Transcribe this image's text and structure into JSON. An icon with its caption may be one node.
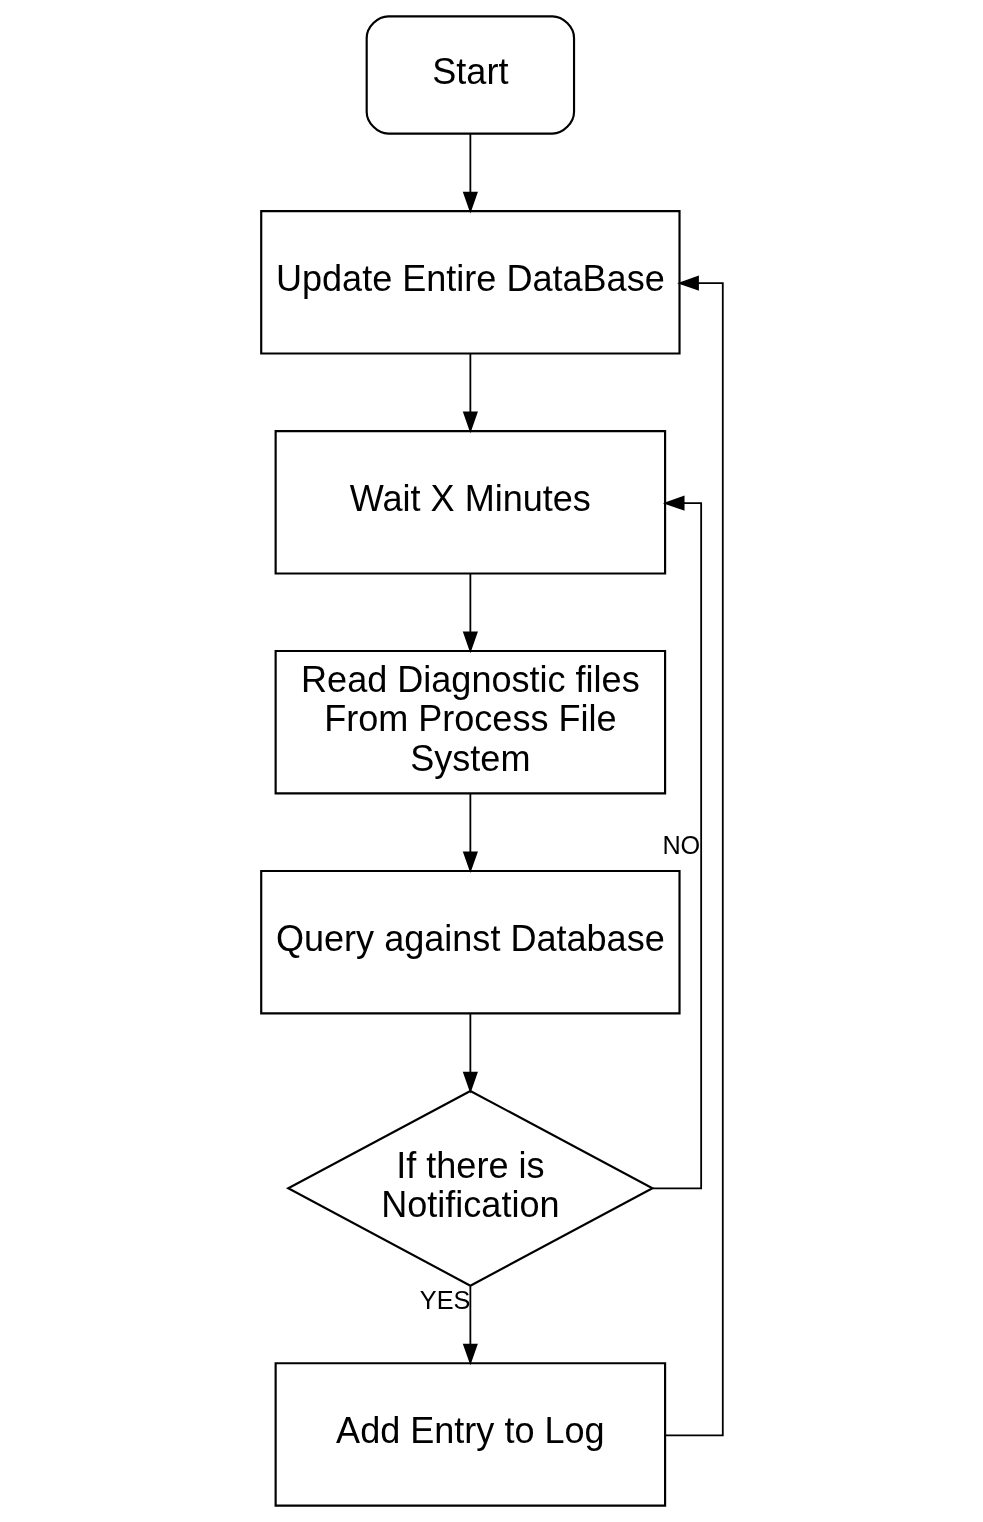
{
  "diagram": {
    "nodes": [
      {
        "text": [
          "Start"
        ]
      },
      {
        "text": [
          "Update Entire DataBase"
        ]
      },
      {
        "text": [
          "Wait X Minutes"
        ]
      },
      {
        "text": [
          "Read Diagnostic files From Process File System"
        ]
      },
      {
        "text": [
          "Query against Database"
        ]
      },
      {
        "text": [
          "If there is Notification"
        ]
      },
      {
        "text": [
          "Add Entry to Log"
        ]
      }
    ],
    "edges": [
      {
        "from": 0,
        "to": 1,
        "arrow": "to"
      },
      {
        "from": 1,
        "to": 2,
        "arrow": "to"
      },
      {
        "from": 2,
        "to": 3,
        "arrow": "to"
      },
      {
        "from": 3,
        "to": 4,
        "arrow": "to"
      },
      {
        "from": 4,
        "to": 5,
        "arrow": "to"
      },
      {
        "from": 5,
        "to": 2,
        "arrow": "to",
        "label": "NO"
      },
      {
        "from": 5,
        "to": 6,
        "arrow": "to",
        "label": "YES"
      },
      {
        "from": 6,
        "to": 1,
        "arrow": "to"
      }
    ]
  }
}
